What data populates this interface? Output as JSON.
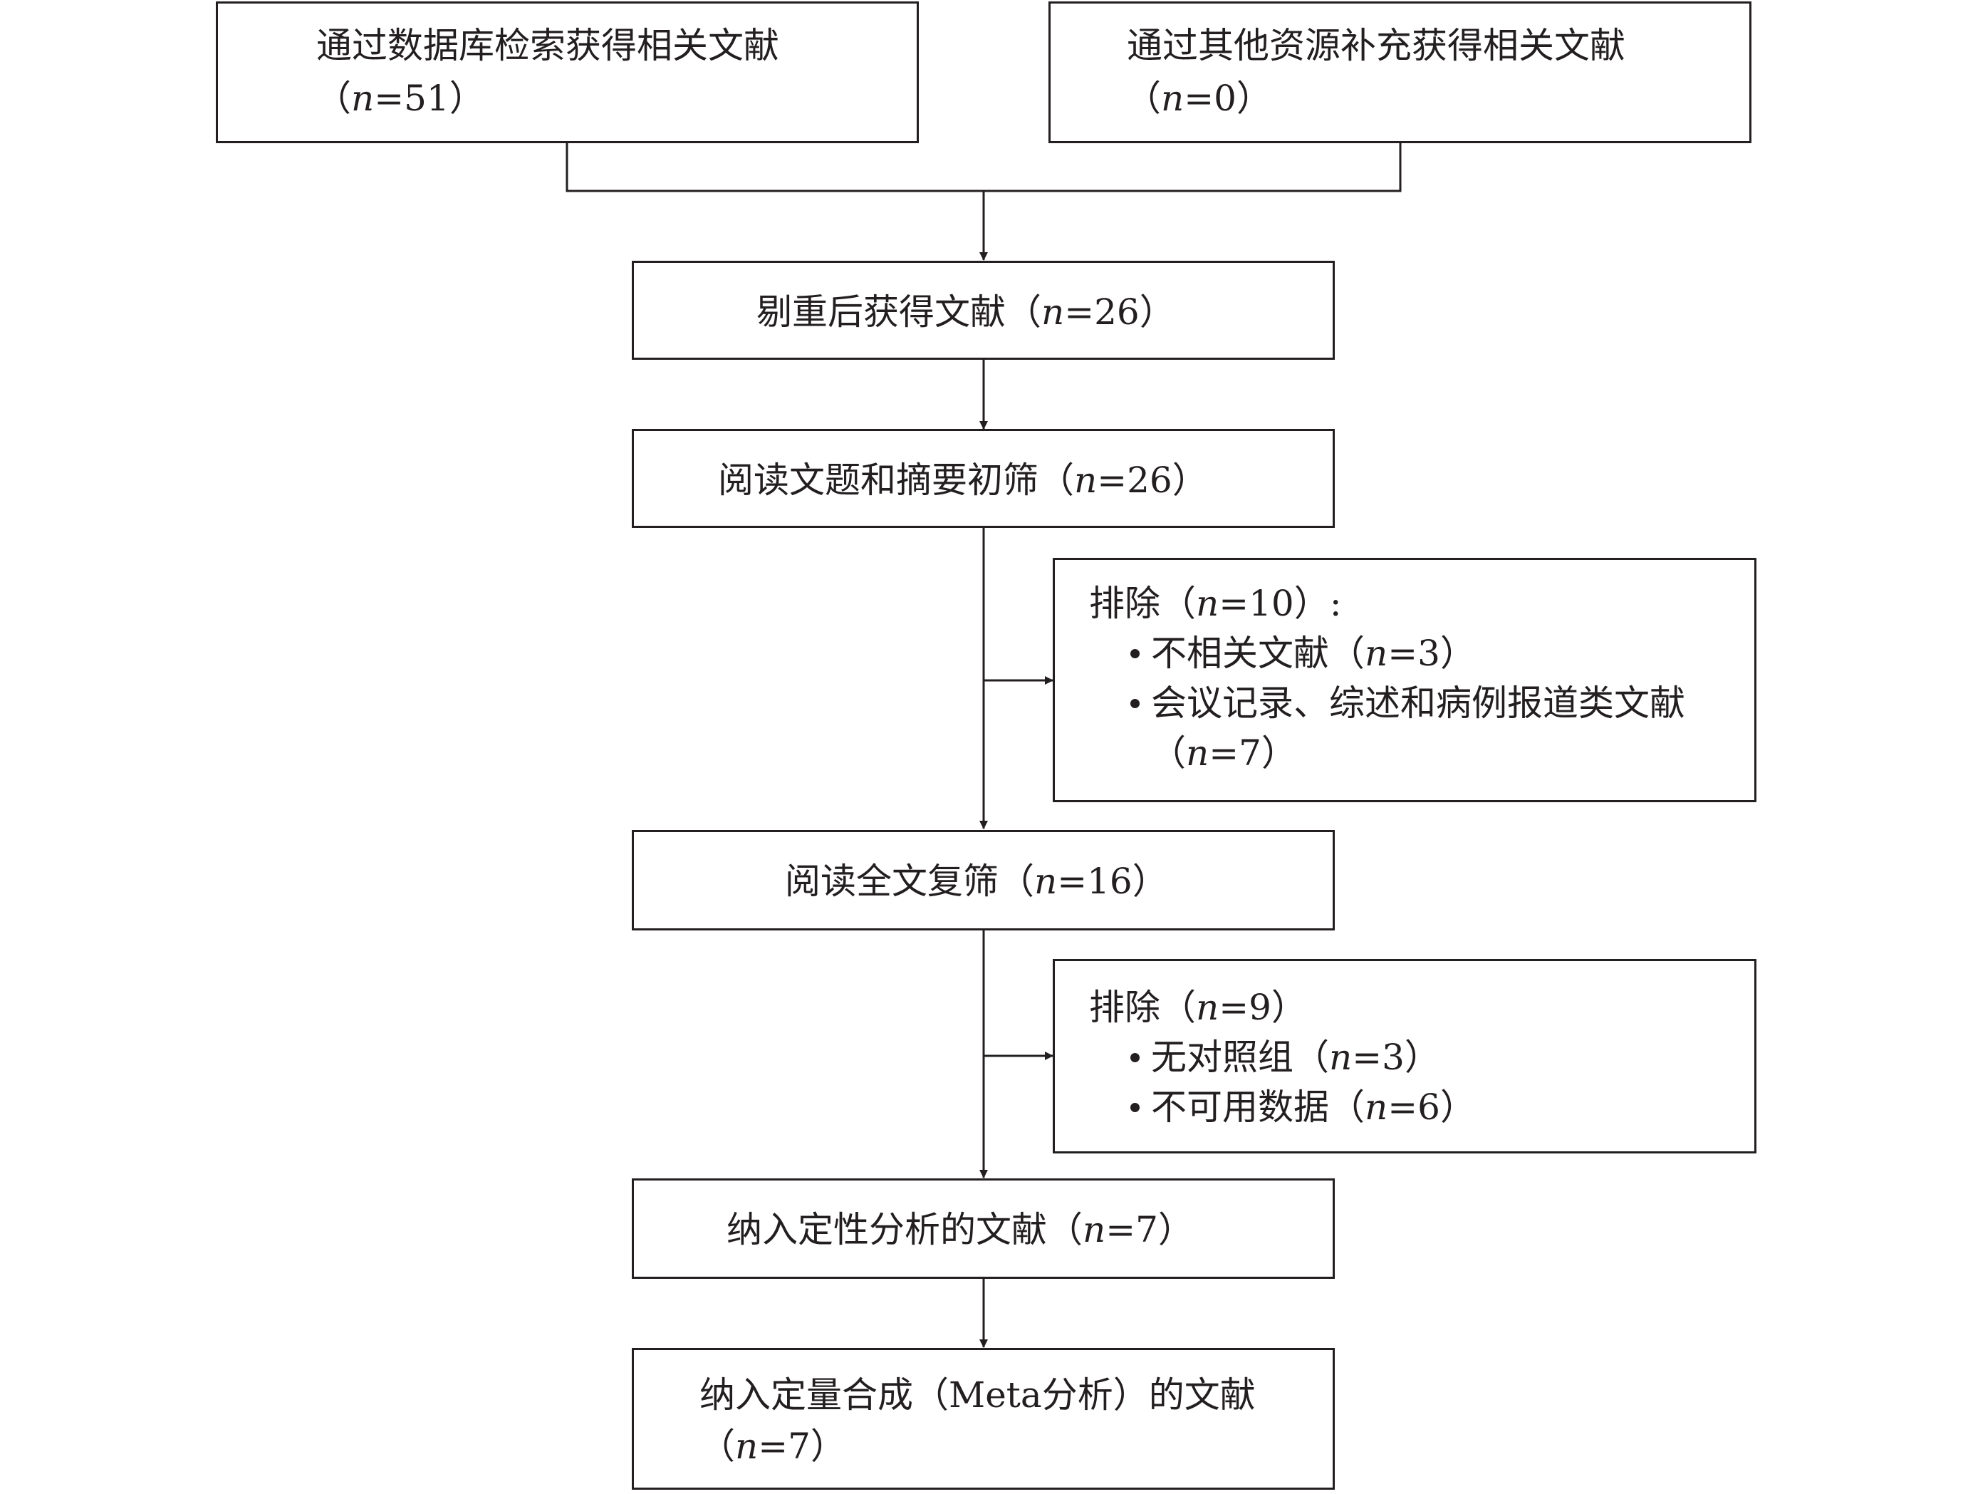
{
  "boxes": {
    "db_search": {
      "line1": "通过数据库检索获得相关文献",
      "n_label": "n",
      "n_value": "=51"
    },
    "other_sources": {
      "line1": "通过其他资源补充获得相关文献",
      "n_label": "n",
      "n_value": "=0"
    },
    "dedup": {
      "text": "剔重后获得文献",
      "n_label": "n",
      "n_value": "=26"
    },
    "title_abstract": {
      "text": "阅读文题和摘要初筛",
      "n_label": "n",
      "n_value": "=26"
    },
    "exclusion_1": {
      "header": "排除",
      "n_label": "n",
      "n_value": "=10",
      "colon": ":",
      "items": [
        {
          "text": "不相关文献",
          "n_label": "n",
          "n_value": "=3"
        },
        {
          "text": "会议记录、综述和病例报道类文献",
          "n_label": "n",
          "n_value": "=7"
        }
      ]
    },
    "full_text": {
      "text": "阅读全文复筛",
      "n_label": "n",
      "n_value": "=16"
    },
    "exclusion_2": {
      "header": "排除",
      "n_label": "n",
      "n_value": "=9",
      "items": [
        {
          "text": "无对照组",
          "n_label": "n",
          "n_value": "=3"
        },
        {
          "text": "不可用数据",
          "n_label": "n",
          "n_value": "=6"
        }
      ]
    },
    "qualitative": {
      "text": "纳入定性分析的文献",
      "n_label": "n",
      "n_value": "=7"
    },
    "quantitative": {
      "text": "纳入定量合成（Meta分析）的文献",
      "n_label": "n",
      "n_value": "=7"
    }
  },
  "punctuation": {
    "open": "（",
    "close": "）"
  },
  "colors": {
    "stroke": "#231f20",
    "background": "#ffffff"
  }
}
